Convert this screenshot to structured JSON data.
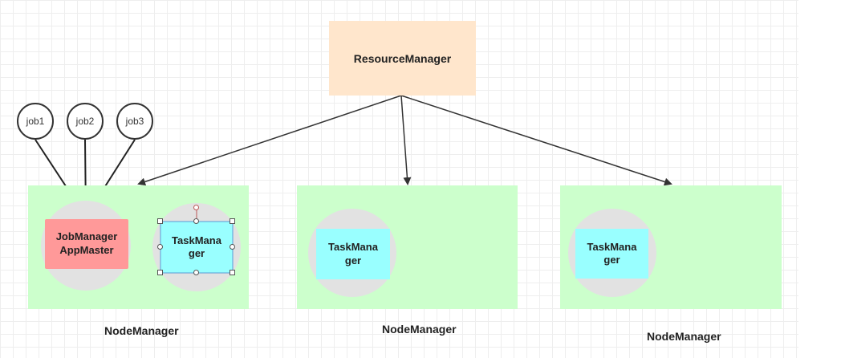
{
  "resource_manager": {
    "label": "ResourceManager"
  },
  "jobs": [
    {
      "label": "job1"
    },
    {
      "label": "job2"
    },
    {
      "label": "job3"
    }
  ],
  "node_managers": [
    {
      "label": "NodeManager",
      "containers": [
        "JobManager\nAppMaster",
        "TaskMana\nger"
      ]
    },
    {
      "label": "NodeManager",
      "containers": [
        "TaskMana\nger"
      ]
    },
    {
      "label": "NodeManager",
      "containers": [
        "TaskMana\nger"
      ]
    }
  ],
  "colors": {
    "resource_manager": "#ffe6cc",
    "node_manager": "#ccffcc",
    "job_manager": "#ff9999",
    "task_manager": "#99ffff",
    "container_circle": "#e2e2e2"
  }
}
